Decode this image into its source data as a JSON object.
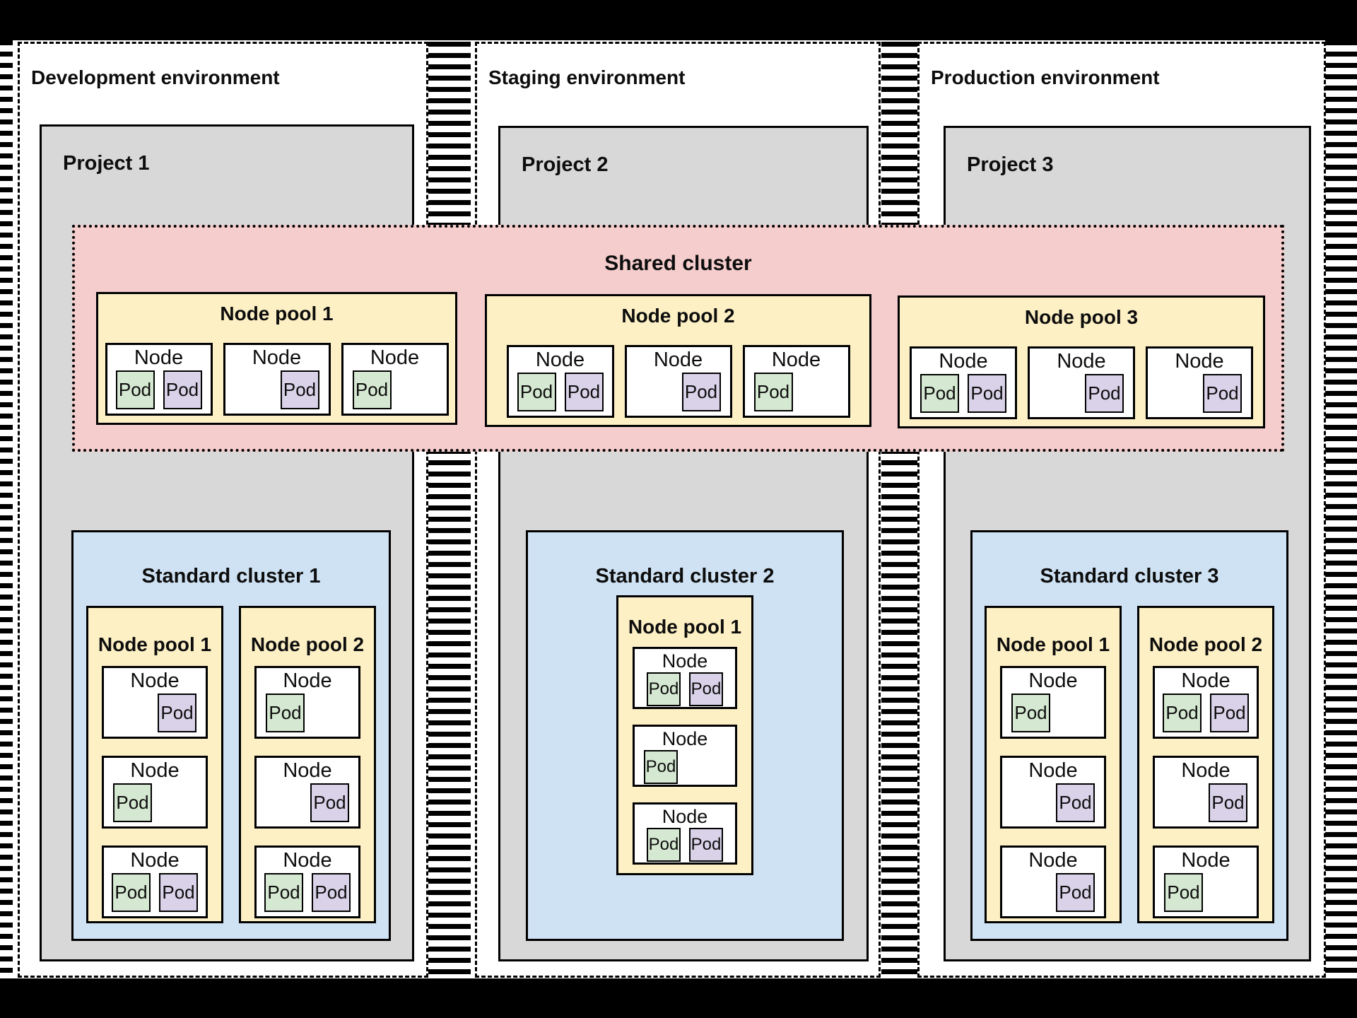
{
  "colors": {
    "pink": "#f5cdcd",
    "yellow": "#fdf0c5",
    "green": "#d5e8d1",
    "purple": "#d9d2e9",
    "blue": "#cfe2f3",
    "gray": "#d8d8d8"
  },
  "labels": {
    "node": "Node",
    "pod": "Pod"
  },
  "shared_cluster": {
    "title": "Shared cluster",
    "pools": [
      {
        "title": "Node pool 1",
        "nodes": [
          {
            "layout": "pair",
            "pods": [
              "green",
              "purple"
            ]
          },
          {
            "layout": "right",
            "pods": [
              "purple"
            ]
          },
          {
            "layout": "left",
            "pods": [
              "green"
            ]
          }
        ]
      },
      {
        "title": "Node pool 2",
        "nodes": [
          {
            "layout": "pair",
            "pods": [
              "green",
              "purple"
            ]
          },
          {
            "layout": "right",
            "pods": [
              "purple"
            ]
          },
          {
            "layout": "left",
            "pods": [
              "green"
            ]
          }
        ]
      },
      {
        "title": "Node pool 3",
        "nodes": [
          {
            "layout": "pair",
            "pods": [
              "green",
              "purple"
            ]
          },
          {
            "layout": "right",
            "pods": [
              "purple"
            ]
          },
          {
            "layout": "right",
            "pods": [
              "purple"
            ]
          }
        ]
      }
    ]
  },
  "environments": [
    {
      "title": "Development environment",
      "project": {
        "title": "Project 1",
        "cluster": {
          "title": "Standard cluster 1",
          "pools": [
            {
              "title": "Node pool 1",
              "nodes": [
                {
                  "layout": "right",
                  "pods": [
                    "purple"
                  ]
                },
                {
                  "layout": "left",
                  "pods": [
                    "green"
                  ]
                },
                {
                  "layout": "pair",
                  "pods": [
                    "green",
                    "purple"
                  ]
                }
              ]
            },
            {
              "title": "Node pool 2",
              "nodes": [
                {
                  "layout": "left",
                  "pods": [
                    "green"
                  ]
                },
                {
                  "layout": "right",
                  "pods": [
                    "purple"
                  ]
                },
                {
                  "layout": "pair",
                  "pods": [
                    "green",
                    "purple"
                  ]
                }
              ]
            }
          ]
        }
      }
    },
    {
      "title": "Staging environment",
      "project": {
        "title": "Project 2",
        "cluster": {
          "title": "Standard cluster 2",
          "pools": [
            {
              "title": "Node pool 1",
              "nodes": [
                {
                  "layout": "pair",
                  "pods": [
                    "green",
                    "purple"
                  ]
                },
                {
                  "layout": "left",
                  "pods": [
                    "green"
                  ]
                },
                {
                  "layout": "pair",
                  "pods": [
                    "green",
                    "purple"
                  ]
                }
              ]
            }
          ]
        }
      }
    },
    {
      "title": "Production environment",
      "project": {
        "title": "Project 3",
        "cluster": {
          "title": "Standard cluster 3",
          "pools": [
            {
              "title": "Node pool 1",
              "nodes": [
                {
                  "layout": "left",
                  "pods": [
                    "green"
                  ]
                },
                {
                  "layout": "right",
                  "pods": [
                    "purple"
                  ]
                },
                {
                  "layout": "right",
                  "pods": [
                    "purple"
                  ]
                }
              ]
            },
            {
              "title": "Node pool 2",
              "nodes": [
                {
                  "layout": "pair",
                  "pods": [
                    "green",
                    "purple"
                  ]
                },
                {
                  "layout": "right",
                  "pods": [
                    "purple"
                  ]
                },
                {
                  "layout": "left",
                  "pods": [
                    "green"
                  ]
                }
              ]
            }
          ]
        }
      }
    }
  ]
}
